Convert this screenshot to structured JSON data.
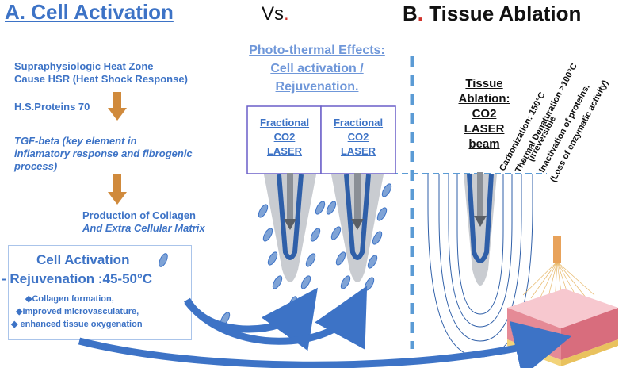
{
  "header": {
    "a_title": "A. Cell Activation",
    "vs_text": "Vs",
    "b_prefix": "B",
    "b_title": "Tissue Ablation"
  },
  "left": {
    "heat_zone_line1": "Supraphysiologic Heat Zone",
    "heat_zone_line2": "Cause HSR (Heat Shock Response)",
    "hsp": "H.S.Proteins 70",
    "tgf_line1": "TGF-beta (key element in",
    "tgf_line2": "inflamatory response and fibrogenic",
    "tgf_line3": "process)",
    "collagen_line1": "Production of Collagen",
    "collagen_line2": "And Extra Cellular Matrix"
  },
  "cell_box": {
    "title": "Cell Activation",
    "subtitle": "- Rejuvenation :45-50°C",
    "bullets": [
      "Collagen formation,",
      "Improved microvasculature,",
      "enhanced tissue oxygenation"
    ]
  },
  "middle": {
    "title_line1": "Photo-thermal Effects:",
    "title_line2": "Cell activation /",
    "title_line3": "Rejuvenation.",
    "laser_box_1": [
      "Fractional",
      "CO2",
      "LASER"
    ],
    "laser_box_2": [
      "Fractional",
      "CO2",
      "LASER"
    ]
  },
  "right": {
    "ablation_title": [
      "Tissue Ablation:",
      "CO2",
      "LASER",
      "beam"
    ],
    "carbonization": "Carbonization: 150°C",
    "denaturation": "Thermal Denaturation >100°C",
    "irreversible": "(irreversible",
    "inactivation": "Inactivation of proteins.",
    "loss": "(Loss of enzymatic activity)"
  },
  "colors": {
    "accent_blue": "#3d73c6",
    "dark_blue": "#2f5fa8",
    "light_blue": "#6f97d9",
    "cone_grey": "#c9ccd1",
    "arrow_orange": "#d08a3c",
    "dash_blue": "#5b9bd5",
    "red_dot": "#d0342c"
  }
}
